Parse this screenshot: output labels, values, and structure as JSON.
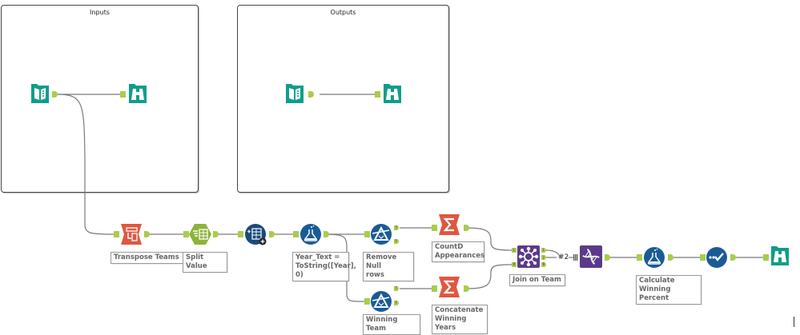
{
  "containers": [
    {
      "title": "Inputs"
    },
    {
      "title": "Outputs"
    }
  ],
  "tools": {
    "inputs_input": {
      "icon": "input-data-book-icon",
      "color": "#0e9e8a"
    },
    "inputs_browse": {
      "icon": "browse-binoculars-icon",
      "color": "#0e9e8a"
    },
    "outputs_input": {
      "icon": "input-data-book-icon",
      "color": "#0e9e8a"
    },
    "outputs_browse": {
      "icon": "browse-binoculars-icon",
      "color": "#0e9e8a"
    },
    "transpose": {
      "label": "Transpose Teams",
      "icon": "transpose-icon",
      "color": "#e0573f"
    },
    "split": {
      "label": "Split Value",
      "icon": "text-to-columns-icon",
      "color": "#8cb33b"
    },
    "multi_row": {
      "icon": "multi-row-formula-icon",
      "color": "#1a4a7a"
    },
    "formula1": {
      "label": "Year_Text = ToString([Year], 0)",
      "label_lines": [
        "Year_Text =",
        "ToString([Year],",
        "0)"
      ],
      "icon": "formula-flask-icon",
      "color": "#1a5b96"
    },
    "filter1": {
      "label_lines": [
        "Remove Null",
        "rows"
      ],
      "icon": "filter-icon",
      "color": "#1a5b96"
    },
    "filter2": {
      "label_lines": [
        "Winning Team"
      ],
      "icon": "filter-icon",
      "color": "#1a5b96"
    },
    "summarize1": {
      "label_lines": [
        "CountD",
        "Appearances"
      ],
      "icon": "summarize-sigma-icon",
      "color": "#e0573f"
    },
    "summarize2": {
      "label_lines": [
        "Concatenate",
        "Winning Years"
      ],
      "icon": "summarize-sigma-icon",
      "color": "#e0573f"
    },
    "join": {
      "label_lines": [
        "Join on Team"
      ],
      "icon": "join-icon",
      "color": "#5b3a8c"
    },
    "dna": {
      "icon": "dna-icon",
      "color": "#5b3a8c"
    },
    "formula2": {
      "label_lines": [
        "Calculate",
        "Winning Percent"
      ],
      "icon": "formula-flask-icon",
      "color": "#1a5b96"
    },
    "select": {
      "icon": "select-check-icon",
      "color": "#1a5b96"
    },
    "browse_final": {
      "icon": "browse-binoculars-icon",
      "color": "#0e9e8a"
    }
  },
  "anchors": {
    "true": "T",
    "false": "F",
    "left": "L",
    "join": "J",
    "right": "R"
  },
  "connection_label": "#2",
  "colors": {
    "anchor": "#a8cd4a",
    "wire": "#7a7a7a"
  }
}
